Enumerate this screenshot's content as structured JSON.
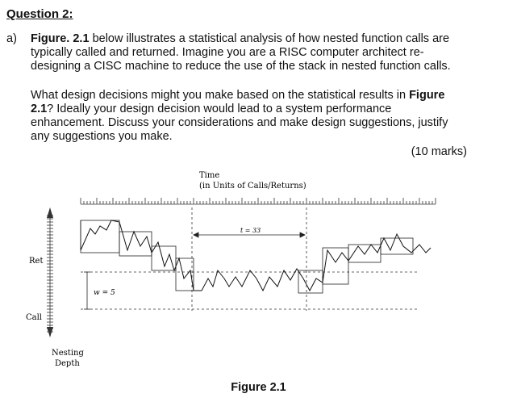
{
  "question": {
    "heading": "Question 2:"
  },
  "part_a": {
    "label": "a)",
    "p1_line1": "below illustrates a statistical analysis of how nested function calls are",
    "p1_line1_bold": "Figure. 2.1",
    "p1_line2": "typically called and returned. Imagine you are a RISC computer architect re-",
    "p1_line3": "designing a CISC machine to reduce the use of the stack in nested function calls.",
    "p2_line1_prefix": "What design decisions might you make based on the statistical results in",
    "p2_line1_bold": "Figure",
    "p2_line2_bold": "2.1",
    "p2_line2_rest": "? Ideally your design decision would lead to a system performance",
    "p2_line3": "enhancement. Discuss your considerations and make design suggestions, justify",
    "p2_line4": "any suggestions you make.",
    "marks": "(10 marks)"
  },
  "figure": {
    "time_label": "Time",
    "time_unit_label": "(in Units of Calls/Returns)",
    "t_label": "t = 33",
    "w_label": "w = 5",
    "ret_label": "Ret",
    "call_label": "Call",
    "nesting_label_1": "Nesting",
    "nesting_label_2": "Depth",
    "caption": "Figure 2.1"
  }
}
